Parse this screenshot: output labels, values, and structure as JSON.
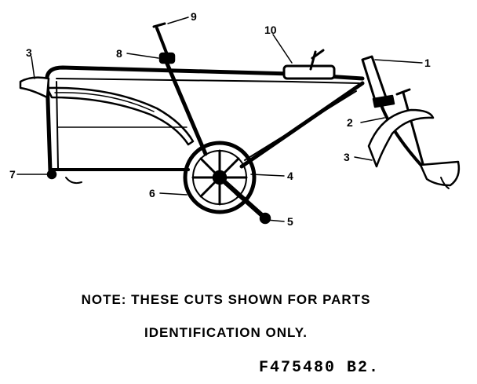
{
  "callouts": {
    "c1": "1",
    "c2": "2",
    "c3_left": "3",
    "c3_right": "3",
    "c4": "4",
    "c5": "5",
    "c6": "6",
    "c7": "7",
    "c8": "8",
    "c9": "9",
    "c10": "10"
  },
  "note": {
    "line1": "NOTE: THESE CUTS SHOWN FOR PARTS",
    "line2": "IDENTIFICATION ONLY."
  },
  "figure_code": "F475480 B2."
}
